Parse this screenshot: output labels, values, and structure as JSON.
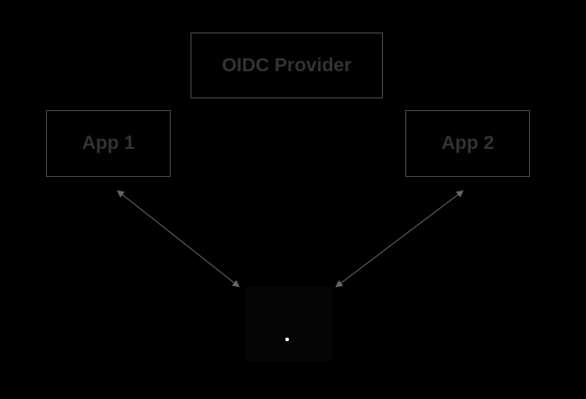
{
  "nodes": {
    "oidc_provider": "OIDC Provider",
    "app1": "App 1",
    "app2": "App 2"
  },
  "colors": {
    "background": "#000000",
    "border": "#4a4a4a",
    "label": "#333333",
    "arrow": "#666666",
    "dot": "#ffffff"
  }
}
